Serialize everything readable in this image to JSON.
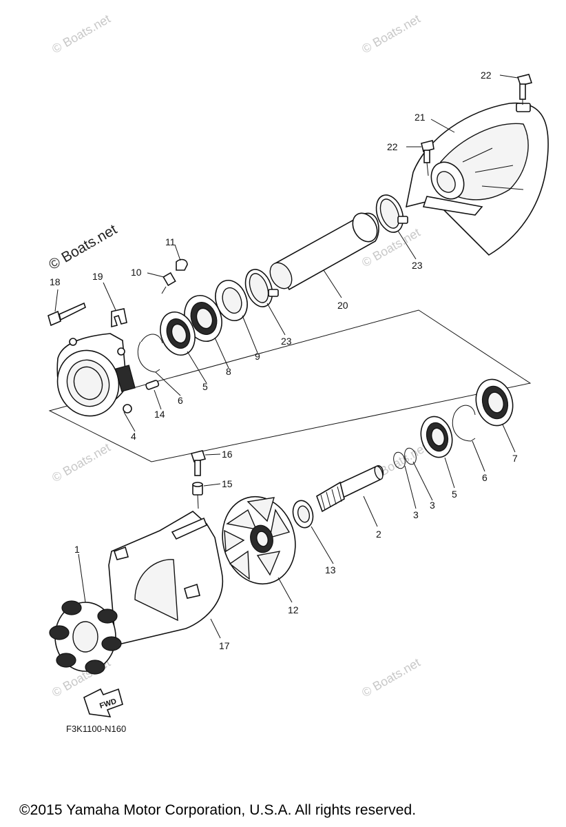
{
  "watermarks": {
    "text": "© Boats.net",
    "primary": "© Boats.net"
  },
  "callouts": [
    "22",
    "21",
    "22",
    "23",
    "20",
    "23",
    "9",
    "8",
    "5",
    "6",
    "14",
    "4",
    "11",
    "10",
    "19",
    "18",
    "16",
    "15",
    "2",
    "3",
    "3",
    "5",
    "6",
    "7",
    "13",
    "12",
    "1",
    "17"
  ],
  "fwd_label": "FWD",
  "figure_code": "F3K1100-N160",
  "copyright": "©2015 Yamaha Motor Corporation, U.S.A. All rights reserved."
}
